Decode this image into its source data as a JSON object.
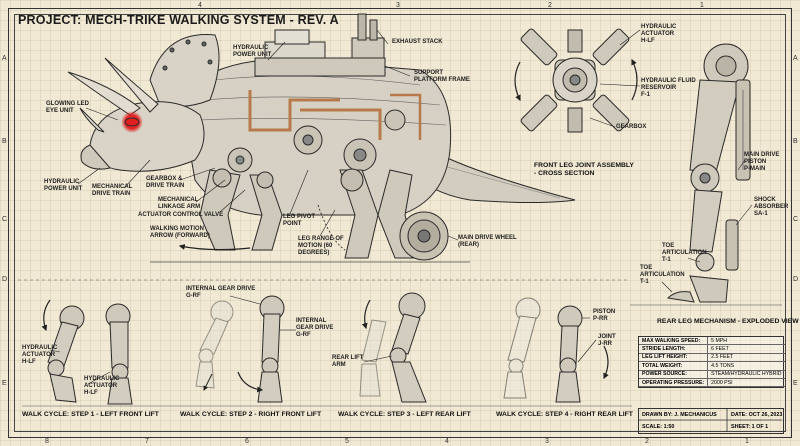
{
  "title": "PROJECT: MECH-TRIKE WALKING SYSTEM - REV. A",
  "zones": {
    "top": [
      "4",
      "3",
      "2",
      "1"
    ],
    "bottom": [
      "8",
      "7",
      "6",
      "5",
      "4",
      "3",
      "2",
      "1"
    ],
    "left": [
      "A",
      "B",
      "C",
      "D",
      "E"
    ],
    "right": [
      "A",
      "B",
      "C",
      "D",
      "E"
    ]
  },
  "labels": {
    "hydraulic_power_unit_top": "HYDRAULIC\nPOWER UNIT",
    "exhaust_stack": "EXHAUST STACK",
    "support_platform_frame": "SUPPORT\nPLATFORM FRAME",
    "glowing_led_eye_unit": "GLOWING LED\nEYE UNIT",
    "hydraulic_power_unit_left": "HYDRAULIC\nPOWER UNIT",
    "mechanical_drive_train": "MECHANICAL\nDRIVE TRAIN",
    "gearbox_drive_train": "GEARBOX &\nDRIVE TRAIN",
    "mechanical_linkage_arm": "MECHANICAL\nLINKAGE ARM",
    "actuator_control_valve": "ACTUATOR CONTROL VALVE",
    "walking_motion_arrow": "WALKING MOTION\nARROW (FORWARD)",
    "leg_pivot_point": "LEG PIVOT\nPOINT",
    "leg_range_of_motion": "LEG RANGE OF\nMOTION (60\nDEGREES)",
    "main_drive_wheel": "MAIN DRIVE WHEEL\n(REAR)",
    "hydraulic_actuator_hlf_top": "HYDRAULIC\nACTUATOR\nH-LF",
    "hydraulic_fluid_reservoir": "HYDRAULIC FLUID\nRESERVOIR\nF-1",
    "gearbox": "GEARBOX",
    "main_drive_piston": "MAIN DRIVE\nPISTON\nP-MAIN",
    "shock_absorber": "SHOCK\nABSORBER\nSA-1",
    "toe_articulation_1": "TOE\nARTICULATION\nT-1",
    "toe_articulation_2": "TOE\nARTICULATION\nT-1",
    "hydraulic_actuator_hlf_a": "HYDRAULIC\nACTUATOR\nH-LF",
    "hydraulic_actuator_hlf_b": "HYDRAULIC\nACTUATOR\nH-LF",
    "internal_gear_drive_a": "INTERNAL GEAR DRIVE\nG-RF",
    "internal_gear_drive_b": "INTERNAL\nGEAR DRIVE\nG-RF",
    "rear_lift_arm": "REAR LIFT\nARM",
    "piston_prr": "PISTON\nP-RR",
    "joint_jrr": "JOINT\nJ-RR"
  },
  "captions": {
    "front_leg_joint": "FRONT LEG JOINT ASSEMBLY\n- CROSS SECTION",
    "rear_leg_mechanism": "REAR LEG MECHANISM - EXPLODED VIEW",
    "walk_step_1": "WALK CYCLE: STEP 1 - LEFT FRONT LIFT",
    "walk_step_2": "WALK CYCLE: STEP 2 - RIGHT FRONT LIFT",
    "walk_step_3": "WALK CYCLE: STEP 3 - LEFT REAR LIFT",
    "walk_step_4": "WALK CYCLE: STEP 4 - RIGHT REAR LIFT"
  },
  "specs": [
    {
      "key": "MAX WALKING SPEED:",
      "value": "5 MPH"
    },
    {
      "key": "STRIDE LENGTH:",
      "value": "6 FEET"
    },
    {
      "key": "LEG LIFT HEIGHT:",
      "value": "2.5 FEET"
    },
    {
      "key": "TOTAL WEIGHT:",
      "value": "4.5 TONS"
    },
    {
      "key": "POWER SOURCE:",
      "value": "STEAM/HYDRAULIC HYBRID"
    },
    {
      "key": "OPERATING PRESSURE:",
      "value": "2000 PSI"
    }
  ],
  "title_block": {
    "drawn_by": "DRAWN BY: J. MECHANICUS",
    "date": "DATE: OCT 26, 2023",
    "scale": "SCALE: 1:50",
    "sheet": "SHEET: 1 OF 1"
  },
  "colors": {
    "paper": "#f1e9d4",
    "ink": "#222222",
    "metal": "#c9c4b8",
    "copper": "#b87a4a",
    "eye_glow": "#e02020"
  }
}
